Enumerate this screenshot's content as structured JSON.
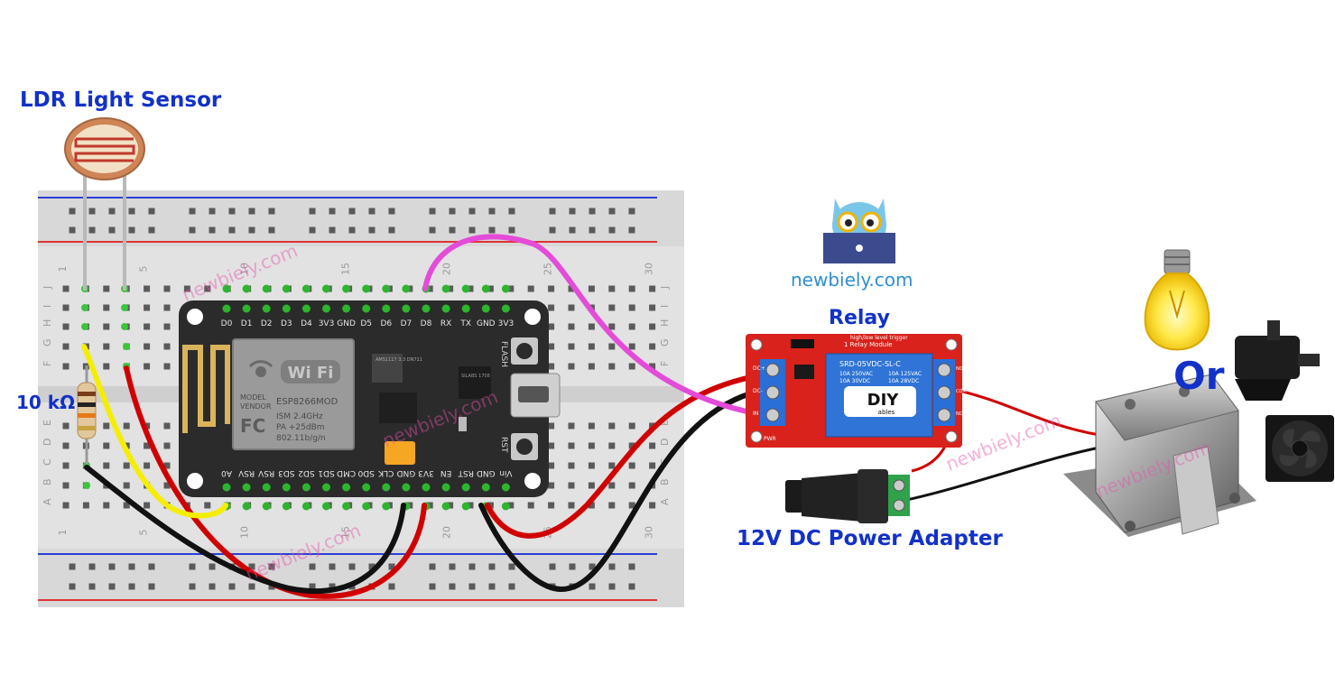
{
  "labels": {
    "ldr": "LDR Light Sensor",
    "resistor": "10 kΩ",
    "relay": "Relay",
    "adapter": "12V DC Power Adapter",
    "or": "Or",
    "brand": "newbiely.com",
    "watermark": "newbiely.com"
  },
  "breadboard": {
    "row_letters_top": [
      "J",
      "I",
      "H",
      "G",
      "F"
    ],
    "row_letters_bottom": [
      "E",
      "D",
      "C",
      "B",
      "A"
    ],
    "col_numbers": [
      "1",
      "5",
      "10",
      "15",
      "20",
      "25",
      "30"
    ]
  },
  "esp": {
    "top_pins": [
      "D0",
      "D1",
      "D2",
      "D3",
      "D4",
      "3V3",
      "GND",
      "D5",
      "D6",
      "D7",
      "D8",
      "RX",
      "TX",
      "GND",
      "3V3"
    ],
    "bottom_pins": [
      "A0",
      "RSV",
      "RSV",
      "SD3",
      "SD2",
      "SD1",
      "CMD",
      "SD0",
      "CLK",
      "GND",
      "3V3",
      "EN",
      "RST",
      "GND",
      "Vin"
    ],
    "wifi_logo": "Wi Fi",
    "module_text": [
      "MODEL",
      "VENDOR"
    ],
    "module_model": "ESP8266MOD",
    "fc": "FC",
    "specs": [
      "ISM 2.4GHz",
      "PA +25dBm",
      "802.11b/g/n"
    ],
    "flash": "FLASH",
    "rst": "RST",
    "regulator": "AMS1117 3.3 DN711",
    "usb_chip": "SILABS 1708"
  },
  "relay": {
    "logo_top": "DIY",
    "logo_bottom": "ables",
    "model": "SRD-05VDC-SL-C",
    "ratings": [
      "10A 250VAC",
      "10A 125VAC",
      "10A 30VDC",
      "10A 28VDC"
    ],
    "header": "1 Relay Module",
    "trigger": "high/low level trigger",
    "pwr": "PWR",
    "pins": [
      "DC+",
      "DC-",
      "IN"
    ],
    "terminals": [
      "NO",
      "COM",
      "NC"
    ]
  },
  "colors": {
    "title_blue": "#1231c8",
    "wire_red": "#d10000",
    "wire_black": "#111111",
    "wire_yellow": "#f5ee00",
    "wire_magenta": "#e44bd8",
    "esp_board": "#2b2b2b",
    "relay_board": "#d8221b",
    "breadboard": "#e2e2e2"
  }
}
